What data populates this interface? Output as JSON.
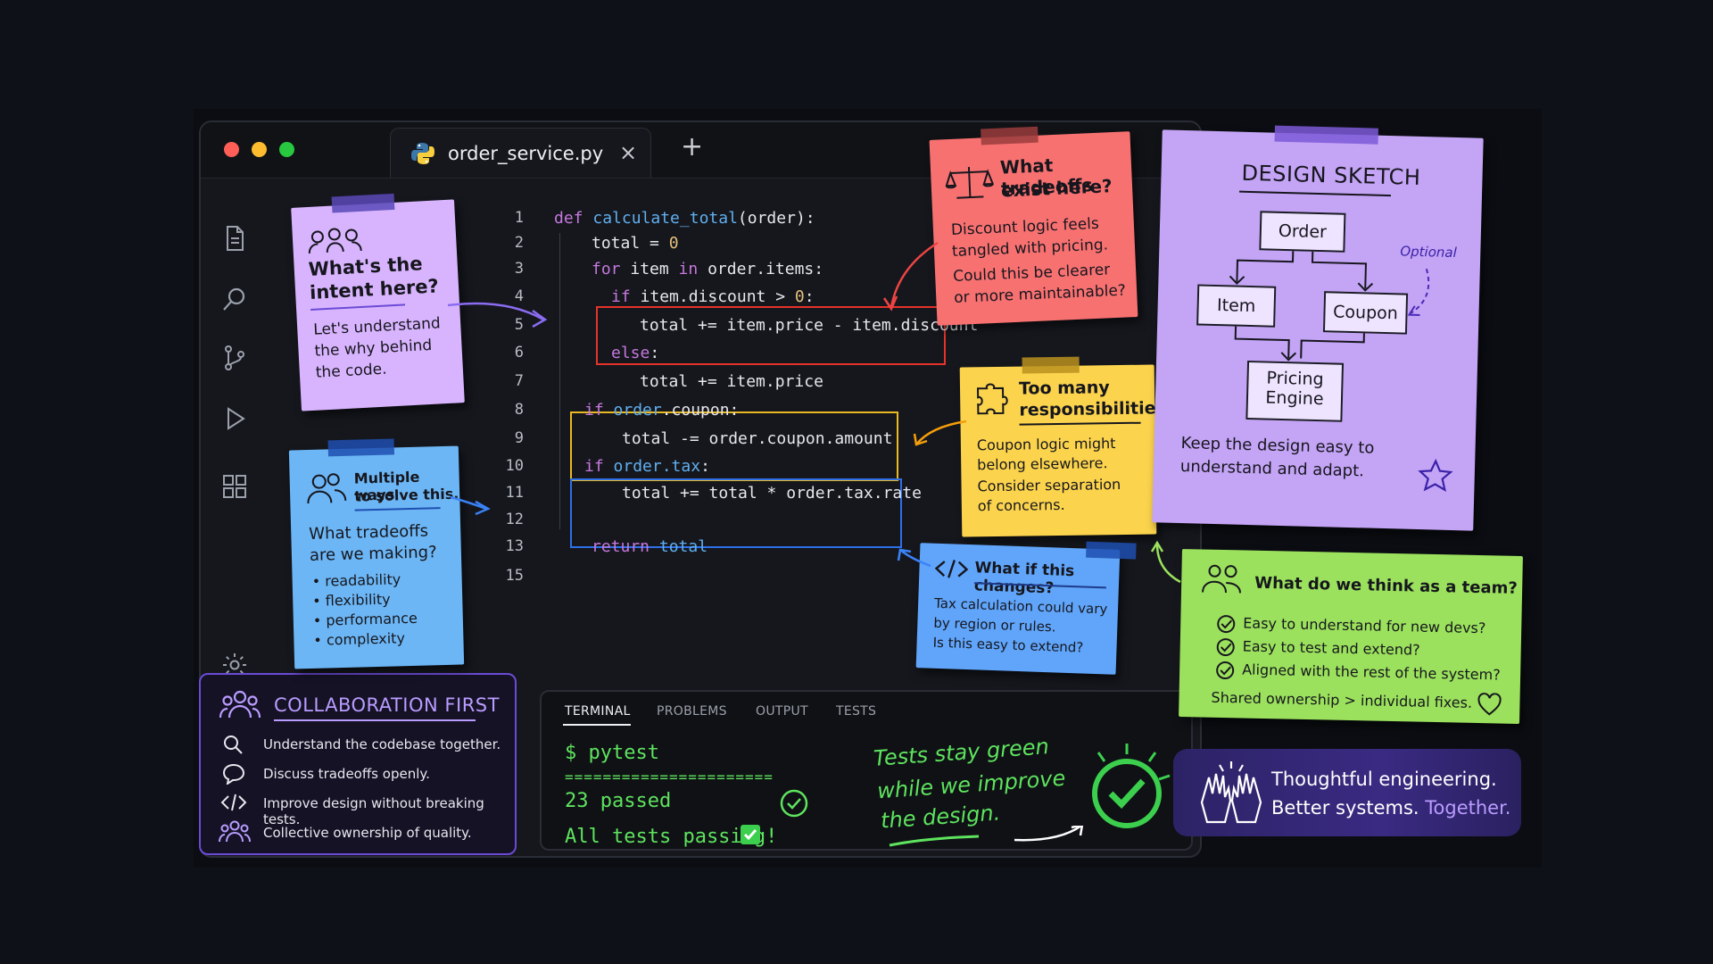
{
  "window": {
    "controls": {
      "close_color": "#ff5f57",
      "minimize_color": "#febc2e",
      "maximize_color": "#28c840"
    },
    "tab": {
      "icon": "python-icon",
      "label": "order_service.py",
      "close": "×"
    },
    "new_tab": "+"
  },
  "activity_bar": [
    "file-icon",
    "search-icon",
    "source-control-icon",
    "run-icon",
    "extensions-icon",
    "settings-icon"
  ],
  "code": {
    "line_numbers": [
      "1",
      "2",
      "3",
      "4",
      "5",
      "6",
      "7",
      "8",
      "9",
      "10",
      "11",
      "12",
      "13",
      "15"
    ],
    "lines": [
      {
        "kw": "def ",
        "fn": "calculate_total",
        "rest": "(order):"
      },
      {
        "pre": "total = ",
        "num": "0"
      },
      {
        "kw": "for ",
        "pre": "item ",
        "kw2": "in ",
        "rest": "order.items:"
      },
      {
        "kw": "if ",
        "pre": "item.discount > ",
        "num": "0",
        "rest": ":"
      },
      {
        "text": "total += item.price - item.discount"
      },
      {
        "kw": "else",
        "rest": ":"
      },
      {
        "text": "total += item.price"
      },
      {
        "kw": "if ",
        "at": "order",
        "rest": ".coupon:"
      },
      {
        "text": "total -= order.coupon.amount"
      },
      {
        "kw": "if ",
        "at": "order.tax",
        "rest": ":"
      },
      {
        "text": "total += total * order.tax.rate"
      },
      {
        "kw": "return ",
        "at": "total"
      }
    ],
    "highlight_colors": {
      "discount": "#e5332a",
      "coupon": "#e8b923",
      "tax": "#2f6fe8"
    }
  },
  "notes": {
    "intent": {
      "title_1": "What's the",
      "title_2": "intent here?",
      "body_1": "Let's understand",
      "body_2": "the why behind",
      "body_3": "the code.",
      "color": "#d8b4fe"
    },
    "ways": {
      "title_1": "Multiple ways",
      "title_2": "to solve this.",
      "body_1": "What tradeoffs",
      "body_2": "are we making?",
      "bullets": [
        "readability",
        "flexibility",
        "performance",
        "complexity"
      ],
      "color": "#6cb6f5"
    },
    "tradeoffs": {
      "title_1": "What tradeoffs",
      "title_2": "exist here?",
      "body_1": "Discount logic feels",
      "body_2": "tangled with pricing.",
      "body_3": "Could this be clearer",
      "body_4": "or more maintainable?",
      "color": "#f87171"
    },
    "responsibilities": {
      "title_1": "Too many",
      "title_2": "responsibilities?",
      "body_1": "Coupon logic might",
      "body_2": "belong elsewhere.",
      "body_3": "Consider separation",
      "body_4": "of concerns.",
      "color": "#fbd34d"
    },
    "changes": {
      "title": "What if this changes?",
      "body_1": "Tax calculation could vary",
      "body_2": "by region or rules.",
      "body_3": "Is this easy to extend?",
      "color": "#60a5fa"
    },
    "team": {
      "title": "What do we think as a team?",
      "checks": [
        "Easy to understand for new devs?",
        "Easy to test and extend?",
        "Aligned with the rest of the system?"
      ],
      "footer": "Shared ownership > individual fixes.",
      "color": "#9be15d"
    }
  },
  "design_sketch": {
    "title": "DESIGN SKETCH",
    "boxes": {
      "order": "Order",
      "item": "Item",
      "coupon": "Coupon",
      "pricing_1": "Pricing",
      "pricing_2": "Engine"
    },
    "optional": "Optional",
    "caption_1": "Keep the design easy to",
    "caption_2": "understand and adapt.",
    "color": "#c4a4f5"
  },
  "panel": {
    "tabs": [
      "TERMINAL",
      "PROBLEMS",
      "OUTPUT",
      "TESTS"
    ],
    "active_tab": "TERMINAL",
    "command": "$ pytest",
    "separator": "======================",
    "result": "23 passed",
    "status": "All tests passing!",
    "message_1": "Tests stay green",
    "message_2": "while we improve",
    "message_3": "the design."
  },
  "collaboration": {
    "title": "COLLABORATION FIRST",
    "items": [
      {
        "icon": "search-icon",
        "text": "Understand the codebase together."
      },
      {
        "icon": "chat-icon",
        "text": "Discuss tradeoffs openly."
      },
      {
        "icon": "code-icon",
        "text": "Improve design without breaking tests."
      },
      {
        "icon": "team-icon",
        "text": "Collective ownership of quality."
      }
    ]
  },
  "banner": {
    "line_1": "Thoughtful engineering.",
    "line_2_start": "Better systems. ",
    "line_2_end": "Together."
  }
}
